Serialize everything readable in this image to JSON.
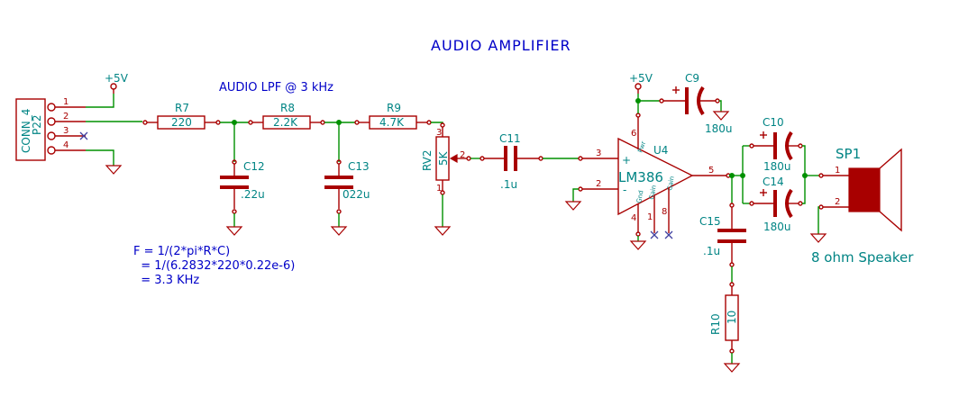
{
  "title": "AUDIO AMPLIFIER",
  "lpf_label": "AUDIO LPF @ 3 kHz",
  "formula": [
    "F = 1/(2*pi*R*C)",
    "  = 1/(6.2832*220*0.22e-6)",
    "  = 3.3 KHz"
  ],
  "power": {
    "vcc_left": "+5V",
    "vcc_amp": "+5V"
  },
  "connector": {
    "ref": "P22",
    "value": "CONN_4",
    "pins": [
      "1",
      "2",
      "3",
      "4"
    ]
  },
  "resistors": {
    "r7": {
      "ref": "R7",
      "value": "220"
    },
    "r8": {
      "ref": "R8",
      "value": "2.2K"
    },
    "r9": {
      "ref": "R9",
      "value": "4.7K"
    },
    "r10": {
      "ref": "R10",
      "value": "10"
    }
  },
  "pot": {
    "ref": "RV2",
    "value": "5K",
    "pins": [
      "3",
      "2",
      "1"
    ]
  },
  "capacitors": {
    "c9": {
      "ref": "C9",
      "value": "180u"
    },
    "c10": {
      "ref": "C10",
      "value": "180u"
    },
    "c11": {
      "ref": "C11",
      "value": ".1u"
    },
    "c12": {
      "ref": "C12",
      "value": ".22u"
    },
    "c13": {
      "ref": "C13",
      "value": "022u"
    },
    "c14": {
      "ref": "C14",
      "value": "180u"
    },
    "c15": {
      "ref": "C15",
      "value": ".1u"
    }
  },
  "amp": {
    "ref": "U4",
    "value": "LM386",
    "pins": {
      "p3": "3",
      "p2": "2",
      "p5": "5",
      "p6": "6",
      "p4": "4",
      "p1": "1",
      "p8": "8"
    },
    "pin_names": {
      "pwr": "Pwr",
      "gnd": "Gnd",
      "gain1": "Gain",
      "gain2": "Gain"
    },
    "plus": "+",
    "minus": "-"
  },
  "speaker": {
    "ref": "SP1",
    "value": "8 ohm Speaker",
    "pins": [
      "1",
      "2"
    ]
  }
}
